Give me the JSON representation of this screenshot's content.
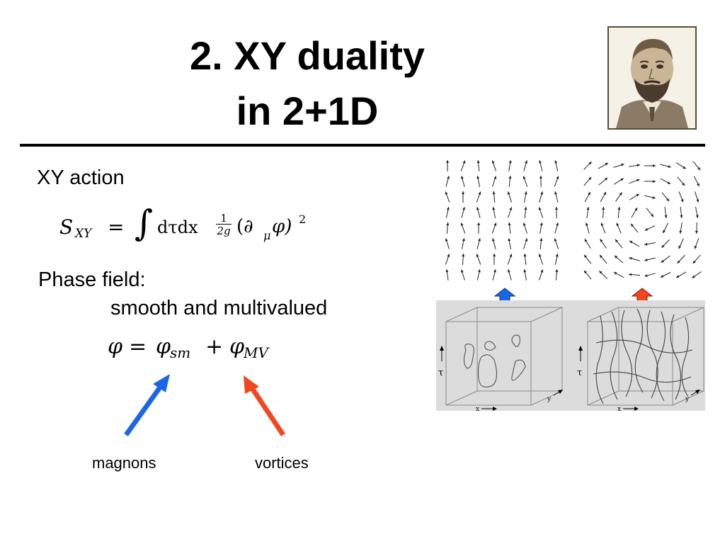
{
  "slide": {
    "title_line1": "2. XY duality",
    "title_line2": "in 2+1D",
    "heading_action": "XY action",
    "heading_phase": "Phase field:",
    "subheading": "smooth and multivalued",
    "label_magnons": "magnons",
    "label_vortices": "vortices"
  },
  "equations": {
    "action": {
      "lhs": "S",
      "lhs_sub": "XY",
      "body": "dτdx",
      "frac_num": "1",
      "frac_den": "2g",
      "tail": "(∂",
      "tail_sub": "μ",
      "tail2": "φ)",
      "power": "2"
    },
    "decomp": {
      "lhs": "φ",
      "term1": "φ",
      "term1_sub": "sm",
      "term2": "φ",
      "term2_sub": "MV"
    }
  },
  "figure": {
    "axis_tau": "τ",
    "axis_x": "x",
    "axis_y": "y"
  },
  "colors": {
    "magnon_arrow": "#1a66e6",
    "vortex_arrow": "#f2461e",
    "panel_bg": "#dcdcdc"
  }
}
